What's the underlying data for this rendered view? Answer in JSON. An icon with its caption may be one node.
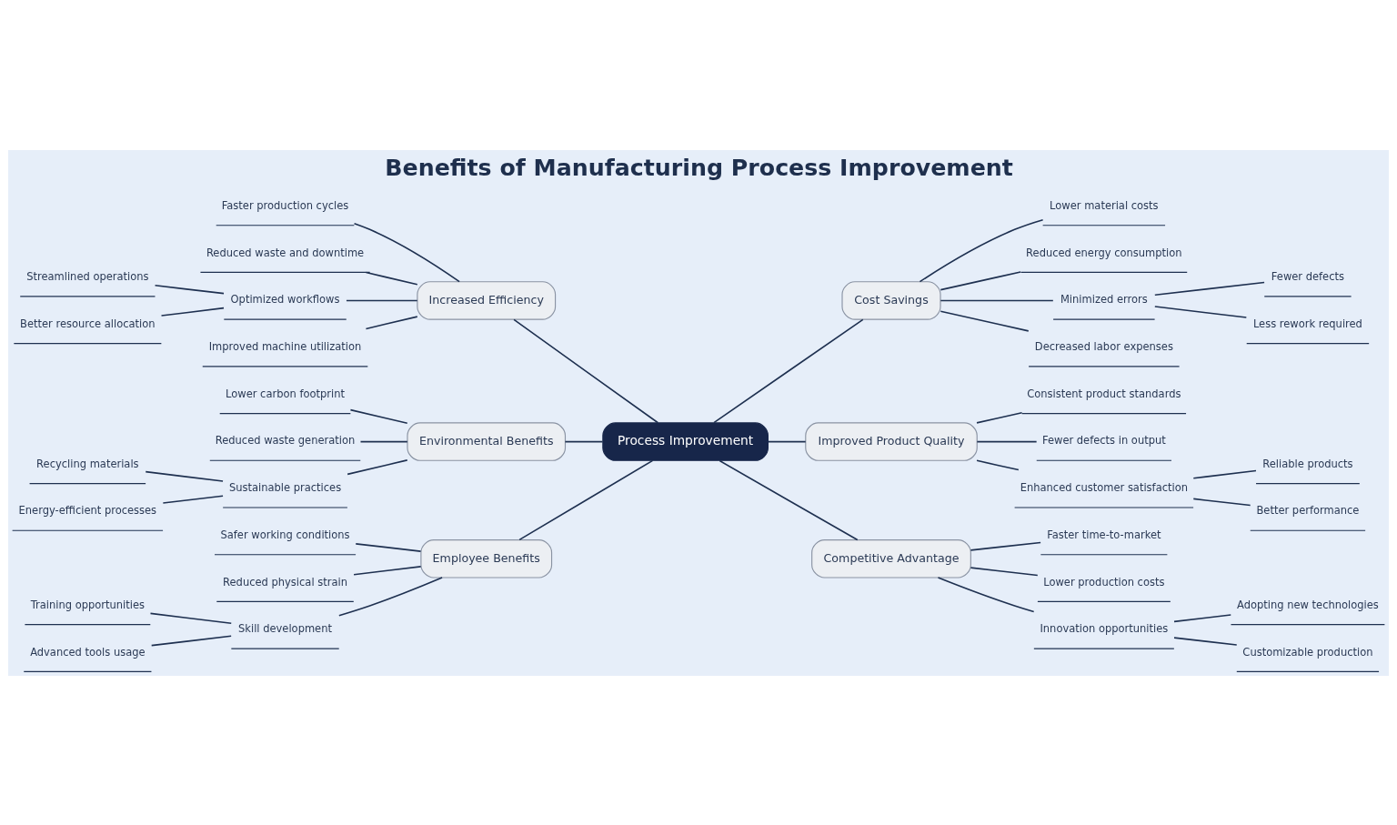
{
  "diagram": {
    "title": "Benefits of Manufacturing Process Improvement",
    "nodes": [
      {
        "text": [
          "Process Improvement"
        ]
      },
      {
        "text": [
          "Increased Efficiency"
        ]
      },
      {
        "text": [
          "Faster production cycles"
        ]
      },
      {
        "text": [
          "Reduced waste and downtime"
        ]
      },
      {
        "text": [
          "Optimized workflows"
        ]
      },
      {
        "text": [
          "Streamlined operations"
        ]
      },
      {
        "text": [
          "Better resource allocation"
        ]
      },
      {
        "text": [
          "Improved machine utilization"
        ]
      },
      {
        "text": [
          "Cost Savings"
        ]
      },
      {
        "text": [
          "Lower material costs"
        ]
      },
      {
        "text": [
          "Reduced energy consumption"
        ]
      },
      {
        "text": [
          "Minimized errors"
        ]
      },
      {
        "text": [
          "Fewer defects"
        ]
      },
      {
        "text": [
          "Less rework required"
        ]
      },
      {
        "text": [
          "Decreased labor expenses"
        ]
      },
      {
        "text": [
          "Environmental Benefits"
        ]
      },
      {
        "text": [
          "Lower carbon footprint"
        ]
      },
      {
        "text": [
          "Reduced waste generation"
        ]
      },
      {
        "text": [
          "Sustainable practices"
        ]
      },
      {
        "text": [
          "Recycling materials"
        ]
      },
      {
        "text": [
          "Energy-efficient processes"
        ]
      },
      {
        "text": [
          "Improved Product Quality"
        ]
      },
      {
        "text": [
          "Consistent product standards"
        ]
      },
      {
        "text": [
          "Fewer defects in output"
        ]
      },
      {
        "text": [
          "Enhanced customer satisfaction"
        ]
      },
      {
        "text": [
          "Reliable products"
        ]
      },
      {
        "text": [
          "Better performance"
        ]
      },
      {
        "text": [
          "Employee Benefits"
        ]
      },
      {
        "text": [
          "Safer working conditions"
        ]
      },
      {
        "text": [
          "Reduced physical strain"
        ]
      },
      {
        "text": [
          "Skill development"
        ]
      },
      {
        "text": [
          "Training opportunities"
        ]
      },
      {
        "text": [
          "Advanced tools usage"
        ]
      },
      {
        "text": [
          "Competitive Advantage"
        ]
      },
      {
        "text": [
          "Faster time-to-market"
        ]
      },
      {
        "text": [
          "Lower production costs"
        ]
      },
      {
        "text": [
          "Innovation opportunities"
        ]
      },
      {
        "text": [
          "Adopting new technologies"
        ]
      },
      {
        "text": [
          "Customizable production"
        ]
      }
    ],
    "edges": [
      {
        "from": 0,
        "to": 1,
        "arrow": "none"
      },
      {
        "from": 1,
        "to": 2,
        "arrow": "none"
      },
      {
        "from": 1,
        "to": 3,
        "arrow": "none"
      },
      {
        "from": 1,
        "to": 4,
        "arrow": "none"
      },
      {
        "from": 4,
        "to": 5,
        "arrow": "none"
      },
      {
        "from": 4,
        "to": 6,
        "arrow": "none"
      },
      {
        "from": 1,
        "to": 7,
        "arrow": "none"
      },
      {
        "from": 0,
        "to": 8,
        "arrow": "none"
      },
      {
        "from": 8,
        "to": 9,
        "arrow": "none"
      },
      {
        "from": 8,
        "to": 10,
        "arrow": "none"
      },
      {
        "from": 8,
        "to": 11,
        "arrow": "none"
      },
      {
        "from": 11,
        "to": 12,
        "arrow": "none"
      },
      {
        "from": 11,
        "to": 13,
        "arrow": "none"
      },
      {
        "from": 8,
        "to": 14,
        "arrow": "none"
      },
      {
        "from": 0,
        "to": 15,
        "arrow": "none"
      },
      {
        "from": 15,
        "to": 16,
        "arrow": "none"
      },
      {
        "from": 15,
        "to": 17,
        "arrow": "none"
      },
      {
        "from": 15,
        "to": 18,
        "arrow": "none"
      },
      {
        "from": 18,
        "to": 19,
        "arrow": "none"
      },
      {
        "from": 18,
        "to": 20,
        "arrow": "none"
      },
      {
        "from": 0,
        "to": 21,
        "arrow": "none"
      },
      {
        "from": 21,
        "to": 22,
        "arrow": "none"
      },
      {
        "from": 21,
        "to": 23,
        "arrow": "none"
      },
      {
        "from": 21,
        "to": 24,
        "arrow": "none"
      },
      {
        "from": 24,
        "to": 25,
        "arrow": "none"
      },
      {
        "from": 24,
        "to": 26,
        "arrow": "none"
      },
      {
        "from": 0,
        "to": 27,
        "arrow": "none"
      },
      {
        "from": 27,
        "to": 28,
        "arrow": "none"
      },
      {
        "from": 27,
        "to": 29,
        "arrow": "none"
      },
      {
        "from": 27,
        "to": 30,
        "arrow": "none"
      },
      {
        "from": 30,
        "to": 31,
        "arrow": "none"
      },
      {
        "from": 30,
        "to": 32,
        "arrow": "none"
      },
      {
        "from": 0,
        "to": 33,
        "arrow": "none"
      },
      {
        "from": 33,
        "to": 34,
        "arrow": "none"
      },
      {
        "from": 33,
        "to": 35,
        "arrow": "none"
      },
      {
        "from": 33,
        "to": 36,
        "arrow": "none"
      },
      {
        "from": 36,
        "to": 37,
        "arrow": "none"
      },
      {
        "from": 36,
        "to": 38,
        "arrow": "none"
      }
    ]
  }
}
